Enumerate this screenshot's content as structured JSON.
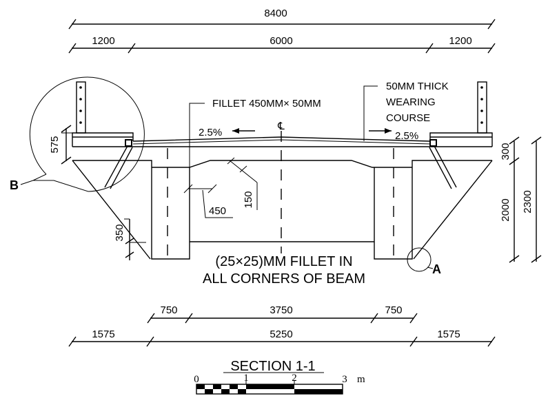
{
  "dimensions": {
    "overall": "8400",
    "left_footpath": "1200",
    "carriageway": "6000",
    "right_footpath": "1200",
    "left_rail_height": "575",
    "right_slab": "300",
    "right_web": "2000",
    "right_total": "2300",
    "fillet_offset": "450",
    "fillet_depth": "150",
    "soffit": "350",
    "bottom_left_web": "750",
    "bottom_center": "3750",
    "bottom_right_web": "750",
    "base_left": "1575",
    "base_center": "5250",
    "base_right": "1575"
  },
  "notes": {
    "fillet": "FILLET 450MM× 50MM",
    "wearing_line1": "50MM THICK",
    "wearing_line2": "WEARING",
    "wearing_line3": "COURSE",
    "slope_left": "2.5%",
    "slope_right": "2.5%",
    "centerline": "℄",
    "corner_line1": "(25×25)MM FILLET IN",
    "corner_line2": "ALL CORNERS OF BEAM",
    "detail_a": "A",
    "detail_b": "B"
  },
  "title": "SECTION 1-1",
  "scale": {
    "t0": "0",
    "t1": "1",
    "t2": "2",
    "t3": "3",
    "unit": "m"
  }
}
